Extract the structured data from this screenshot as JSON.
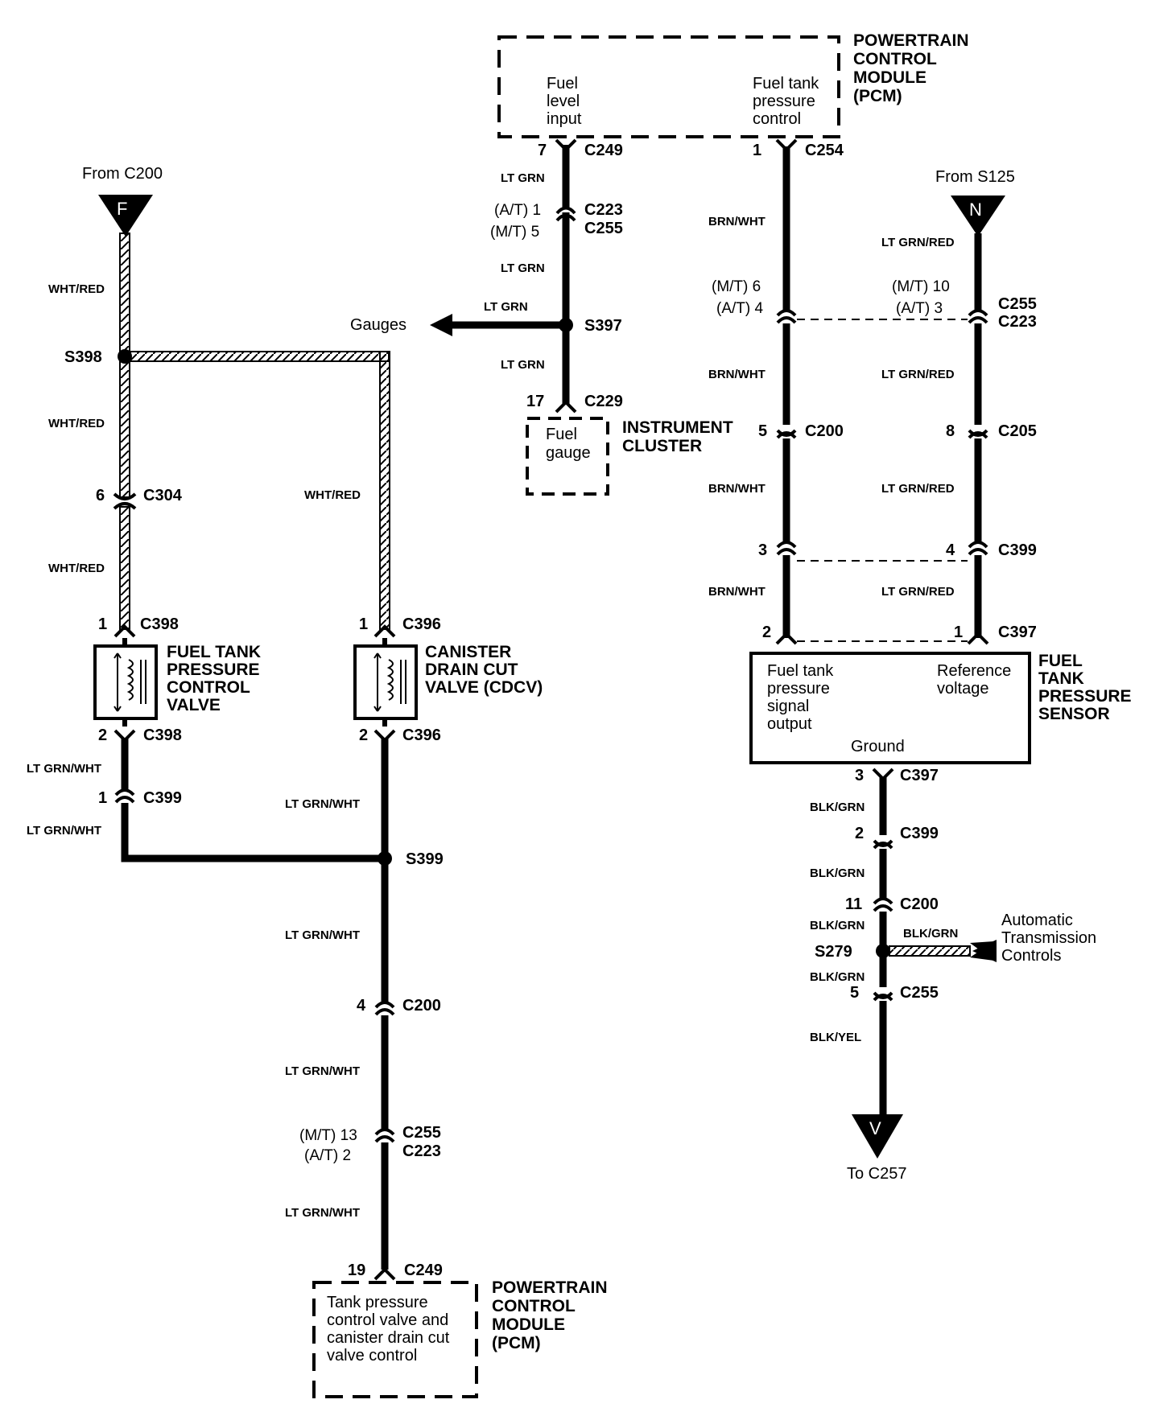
{
  "pcm_top": {
    "title": [
      "POWERTRAIN",
      "CONTROL",
      "MODULE",
      "(PCM)"
    ],
    "fuel_level_input": [
      "Fuel",
      "level",
      "input"
    ],
    "fuel_tank_pressure_control": [
      "Fuel tank",
      "pressure",
      "control"
    ],
    "pin_7": "7",
    "c249": "C249",
    "pin_1": "1",
    "c254": "C254"
  },
  "fuel_level_circuit": {
    "wire_1": "LT GRN",
    "at_pin": "(A/T) 1",
    "mt_pin": "(M/T) 5",
    "c223": "C223",
    "c255": "C255",
    "wire_2": "LT GRN",
    "wire_gauges": "LT GRN",
    "gauges": "Gauges",
    "s397": "S397",
    "wire_3": "LT GRN",
    "pin_17": "17",
    "c229": "C229"
  },
  "instrument_cluster": {
    "title": [
      "INSTRUMENT",
      "CLUSTER"
    ],
    "fuel_gauge": [
      "Fuel",
      "gauge"
    ]
  },
  "left_circuit": {
    "from_c200": "From C200",
    "f_marker": "F",
    "wire_wht_red_1": "WHT/RED",
    "s398": "S398",
    "wire_wht_red_2": "WHT/RED",
    "pin_6": "6",
    "c304": "C304",
    "wire_wht_red_3": "WHT/RED",
    "wire_wht_red_4": "WHT/RED",
    "pin_1_a": "1",
    "c398_a": "C398",
    "pin_1_b": "1",
    "c396_a": "C396",
    "ftpcv_title": [
      "FUEL TANK",
      "PRESSURE",
      "CONTROL",
      "VALVE"
    ],
    "cdcv_title": [
      "CANISTER",
      "DRAIN CUT",
      "VALVE (CDCV)"
    ],
    "pin_2_a": "2",
    "c398_b": "C398",
    "pin_2_b": "2",
    "c396_b": "C396",
    "wire_lgw_1": "LT GRN/WHT",
    "pin_1_c": "1",
    "c399": "C399",
    "wire_lgw_2": "LT GRN/WHT",
    "wire_lgw_3": "LT GRN/WHT",
    "s399": "S399",
    "wire_lgw_4": "LT GRN/WHT",
    "pin_4": "4",
    "c200": "C200",
    "wire_lgw_5": "LT GRN/WHT",
    "mt_pin": "(M/T) 13",
    "at_pin": "(A/T)  2",
    "c255": "C255",
    "c223": "C223",
    "wire_lgw_6": "LT GRN/WHT",
    "pin_19": "19",
    "c249": "C249"
  },
  "pcm_bottom": {
    "title": [
      "POWERTRAIN",
      "CONTROL",
      "MODULE",
      "(PCM)"
    ],
    "desc": [
      "Tank pressure",
      "control valve and",
      "canister drain cut",
      "valve control"
    ]
  },
  "right_circuit": {
    "wire_brn_wht_1": "BRN/WHT",
    "from_s125": "From S125",
    "n_marker": "N",
    "wire_lgr_1": "LT GRN/RED",
    "mt_pin_6": "(M/T) 6",
    "at_pin_4": "(A/T) 4",
    "mt_pin_10": "(M/T) 10",
    "at_pin_3": "(A/T)   3",
    "c255": "C255",
    "c223": "C223",
    "wire_brn_wht_2": "BRN/WHT",
    "wire_lgr_2": "LT GRN/RED",
    "pin_5": "5",
    "c200": "C200",
    "pin_8": "8",
    "c205": "C205",
    "wire_brn_wht_3": "BRN/WHT",
    "wire_lgr_3": "LT GRN/RED",
    "pin_3": "3",
    "pin_4": "4",
    "c399": "C399",
    "wire_brn_wht_4": "BRN/WHT",
    "wire_lgr_4": "LT GRN/RED",
    "pin_2": "2",
    "pin_1": "1",
    "c397": "C397"
  },
  "sensor": {
    "title": [
      "FUEL",
      "TANK",
      "PRESSURE",
      "SENSOR"
    ],
    "signal_output": [
      "Fuel tank",
      "pressure",
      "signal",
      "output"
    ],
    "reference_voltage": [
      "Reference",
      "voltage"
    ],
    "ground": "Ground"
  },
  "ground_circuit": {
    "pin_3": "3",
    "c397": "C397",
    "wire_bg_1": "BLK/GRN",
    "pin_2": "2",
    "c399": "C399",
    "wire_bg_2": "BLK/GRN",
    "pin_11": "11",
    "c200": "C200",
    "wire_bg_3": "BLK/GRN",
    "wire_bg_atc": "BLK/GRN",
    "s279": "S279",
    "atc": [
      "Automatic",
      "Transmission",
      "Controls"
    ],
    "wire_bg_4": "BLK/GRN",
    "pin_5": "5",
    "c255": "C255",
    "wire_by": "BLK/YEL",
    "v_marker": "V",
    "to_c257": "To C257"
  }
}
